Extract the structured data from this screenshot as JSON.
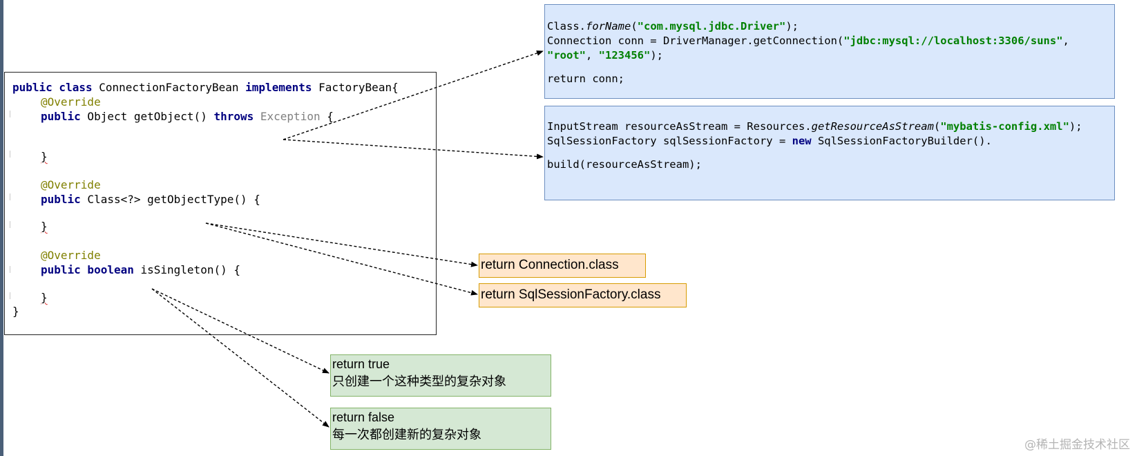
{
  "code": {
    "line1": {
      "kw1": "public class",
      "t1": " ConnectionFactoryBean ",
      "kw2": "implements",
      "t2": " FactoryBean{"
    },
    "ann1": "@Override",
    "line3": {
      "kw1": "public",
      "t1": " Object getObject() ",
      "kw2": "throws",
      "t2": " ",
      "g": "Exception",
      "t3": " {"
    },
    "close1": "}",
    "ann2": "@Override",
    "line6": {
      "kw1": "public",
      "t1": " Class<?> getObjectType() {"
    },
    "close2": "}",
    "ann3": "@Override",
    "line9": {
      "kw1": "public boolean",
      "t1": " isSingleton() {"
    },
    "close3": "}",
    "close_class": "}"
  },
  "jdbc_box": {
    "l1": {
      "a": "Class.",
      "it": "forName",
      "b": "(",
      "s": "\"com.mysql.jdbc.Driver\"",
      "c": ");"
    },
    "l2": {
      "a": "Connection conn = DriverManager.getConnection(",
      "s": "\"jdbc:mysql://localhost:3306/suns\"",
      "c": ","
    },
    "l3": {
      "s1": "\"root\"",
      "c1": ", ",
      "s2": "\"123456\"",
      "c2": ");"
    },
    "l4": "return conn;"
  },
  "mybatis_box": {
    "l1": {
      "a": "InputStream resourceAsStream = Resources.",
      "it": "getResourceAsStream",
      "b": "(",
      "s": "\"mybatis-config.xml\"",
      "c": ");"
    },
    "l2": {
      "a": "SqlSessionFactory sqlSessionFactory = ",
      "kw": "new",
      "b": " SqlSessionFactoryBuilder()."
    },
    "l3": "build(resourceAsStream);"
  },
  "type_boxes": {
    "connection": "return Connection.class",
    "sqlsession": "return SqlSessionFactory.class"
  },
  "singleton_boxes": {
    "true_line1": "return true",
    "true_line2": "只创建一个这种类型的复杂对象",
    "false_line1": "return false",
    "false_line2": "每一次都创建新的复杂对象"
  },
  "watermark": "@稀土掘金技术社区",
  "colors": {
    "keyword": "#000080",
    "annotation": "#808000",
    "string": "#008000",
    "blue_fill": "#dae8fc",
    "orange_fill": "#ffe6cc",
    "green_fill": "#d5e8d4"
  }
}
